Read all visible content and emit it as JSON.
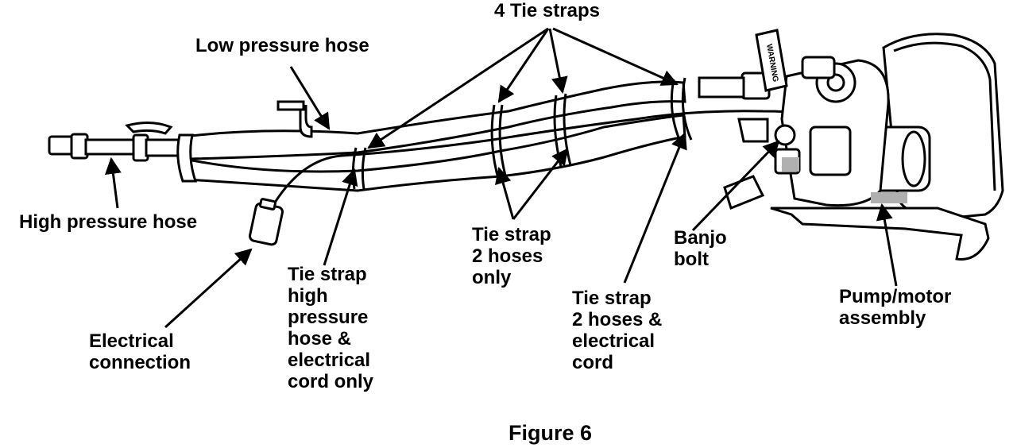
{
  "labels": {
    "tie_straps_4": "4 Tie straps",
    "low_pressure_hose": "Low pressure hose",
    "high_pressure_hose": "High pressure hose",
    "electrical_connection": [
      "Electrical",
      "connection"
    ],
    "tie_strap_high_pressure": [
      "Tie strap",
      "high",
      "pressure",
      "hose &",
      "electrical",
      "cord only"
    ],
    "tie_strap_2_hoses_only": [
      "Tie strap",
      "2 hoses",
      "only"
    ],
    "tie_strap_2_hoses_cord": [
      "Tie strap",
      "2 hoses &",
      "electrical",
      "cord"
    ],
    "banjo_bolt": [
      "Banjo",
      "bolt"
    ],
    "pump_motor_assembly": [
      "Pump/motor",
      "assembly"
    ],
    "warning_tag": "WARNING"
  },
  "caption": "Figure 6",
  "colors": {
    "ink": "#000000",
    "paper": "#ffffff",
    "shade": "#b0b0b0"
  }
}
